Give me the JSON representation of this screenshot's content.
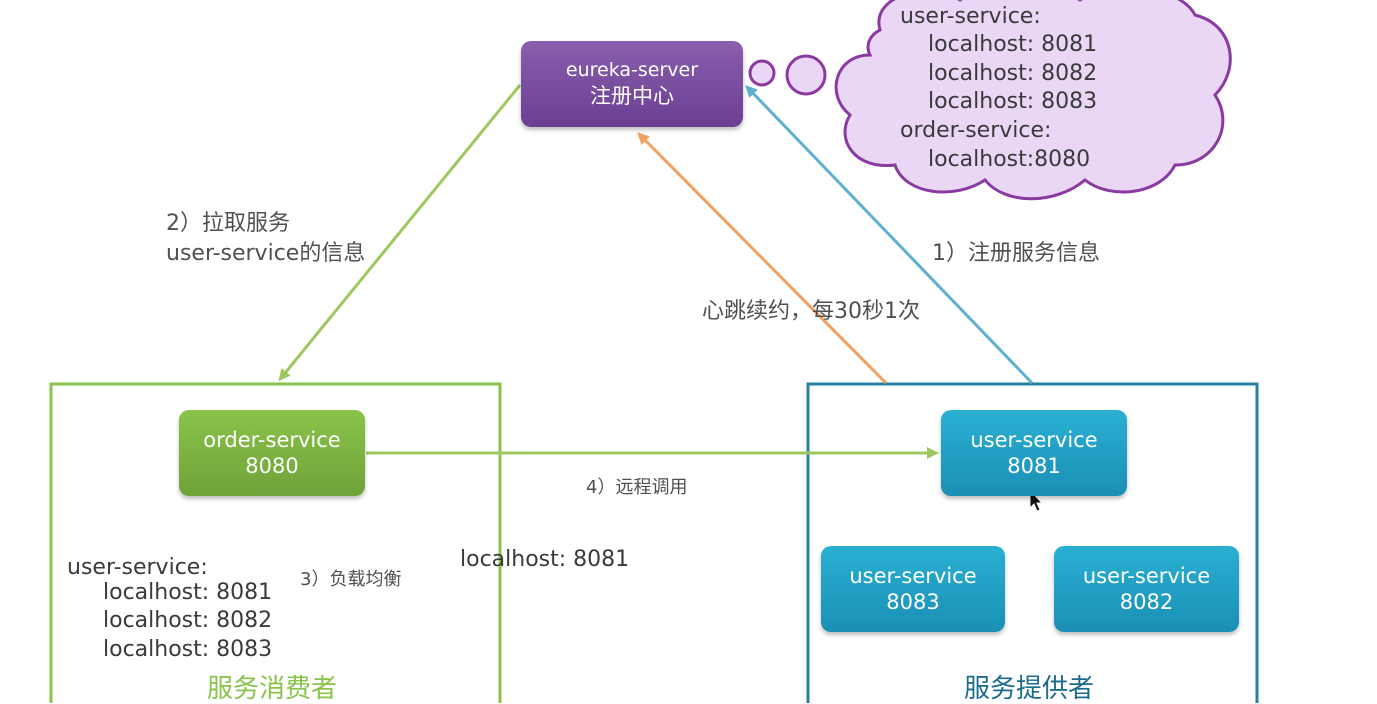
{
  "registry": {
    "name": "eureka-server",
    "subtitle": "注册中心"
  },
  "registry_cache": {
    "lines": [
      "user-service:",
      "localhost: 8081",
      "localhost: 8082",
      "localhost: 8083",
      "order-service:",
      "localhost:8080"
    ]
  },
  "steps": {
    "pull": [
      "2）拉取服务",
      "user-service的信息"
    ],
    "register": "1）注册服务信息",
    "heartbeat": "心跳续约，每30秒1次",
    "remote_call": "4）远程调用",
    "load_balance": "3）负载均衡",
    "chosen_instance": "localhost: 8081"
  },
  "consumer": {
    "title": "服务消费者",
    "service": {
      "name": "order-service",
      "port": "8080"
    },
    "cached_list": [
      "user-service:",
      "localhost: 8081",
      "localhost: 8082",
      "localhost: 8083"
    ]
  },
  "provider": {
    "title": "服务提供者",
    "instances": [
      {
        "name": "user-service",
        "port": "8081"
      },
      {
        "name": "user-service",
        "port": "8083"
      },
      {
        "name": "user-service",
        "port": "8082"
      }
    ]
  },
  "colors": {
    "registry": "#7b4fa2",
    "consumer": "#8ac34a",
    "provider": "#1fa3c8",
    "provider_border": "#2a7fa0",
    "heartbeat": "#f0a060",
    "register_arrow": "#5fb0cf",
    "cloud_fill": "#e9d7f5",
    "cloud_stroke": "#8a3aa0"
  }
}
